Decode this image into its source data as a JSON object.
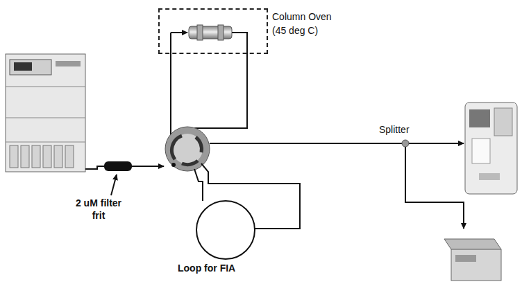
{
  "diagram": {
    "nodes": [
      {
        "text": [
          "Column Oven (45 deg C)"
        ]
      }
    ],
    "labels": [
      "Splitter",
      "2 uM filter frit",
      "Loop for FIA"
    ]
  }
}
